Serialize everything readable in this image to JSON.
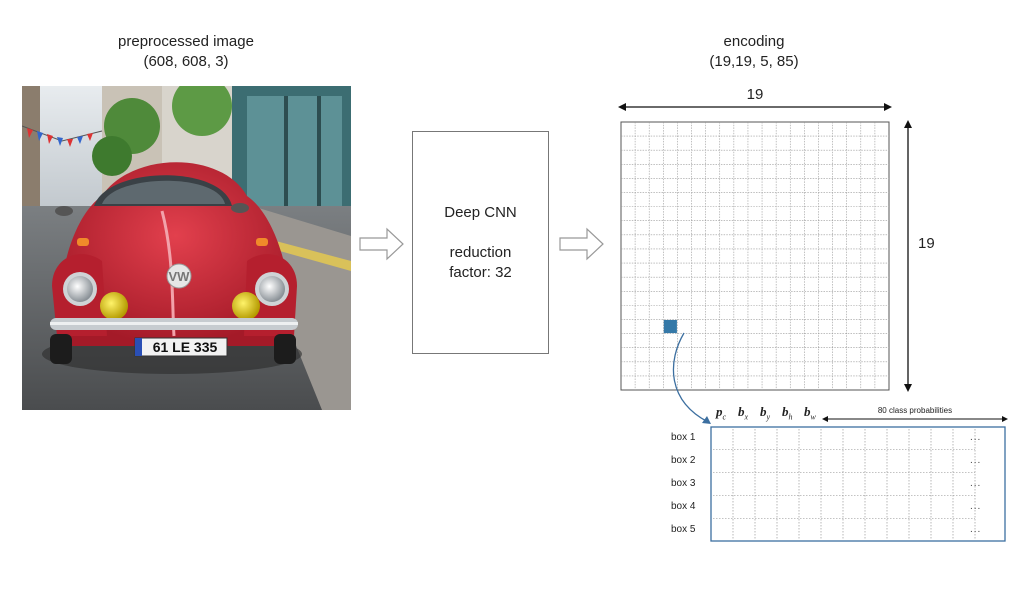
{
  "input": {
    "caption_line1": "preprocessed image",
    "caption_line2": "(608, 608, 3)",
    "plate": "61 LE 335"
  },
  "cnn": {
    "title": "Deep CNN",
    "line2": "reduction",
    "line3": "factor: 32"
  },
  "encoding": {
    "caption_line1": "encoding",
    "caption_line2": "(19,19, 5, 85)",
    "width_label": "19",
    "height_label": "19",
    "grid_size": 19,
    "highlight_cell": {
      "col": 3,
      "row": 14
    },
    "highlight_color": "#3579a8"
  },
  "detail": {
    "vars": [
      {
        "base": "p",
        "sub": "c"
      },
      {
        "base": "b",
        "sub": "x"
      },
      {
        "base": "b",
        "sub": "y"
      },
      {
        "base": "b",
        "sub": "h"
      },
      {
        "base": "b",
        "sub": "w"
      }
    ],
    "class_probs_label": "80 class probabilities",
    "rows": [
      "box 1",
      "box 2",
      "box 3",
      "box 4",
      "box 5"
    ],
    "ellipsis": "...",
    "border_color": "#3c6fa0"
  }
}
